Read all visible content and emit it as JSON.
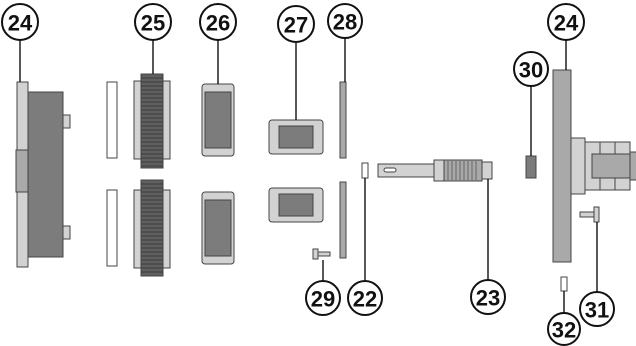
{
  "labels": {
    "l24a": "24",
    "l25": "25",
    "l26": "26",
    "l27": "27",
    "l28": "28",
    "l30": "30",
    "l24b": "24",
    "l29": "29",
    "l22": "22",
    "l23": "23",
    "l31": "31",
    "l32": "32"
  },
  "colors": {
    "outline": "#444444",
    "part_light": "#d2d2d2",
    "part_mid": "#a9a9a9",
    "part_dark": "#7c7c7c",
    "part_darker": "#5f5f5f",
    "bubble_stroke": "#111111"
  }
}
